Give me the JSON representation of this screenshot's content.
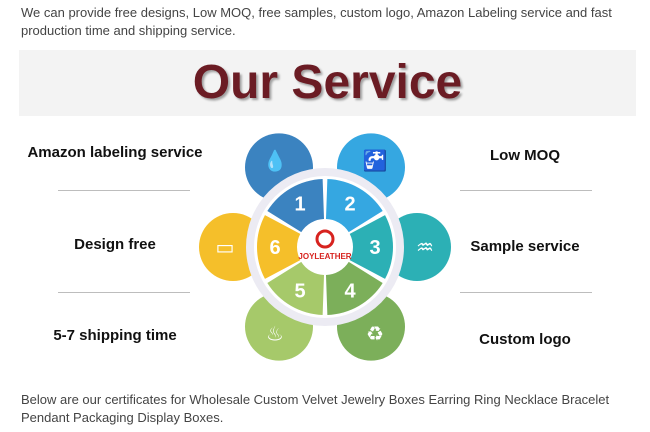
{
  "intro_text": "We can provide free designs, Low MOQ, free samples, custom logo, Amazon Labeling service and fast production time and shipping service.",
  "banner": {
    "title": "Our Service"
  },
  "services": {
    "left": [
      "Amazon labeling service",
      "Design free",
      "5-7 shipping time"
    ],
    "right": [
      "Low MOQ",
      "Sample service",
      "Custom logo"
    ]
  },
  "diagram": {
    "center_brand": "JOYLEATHER",
    "segments": [
      {
        "number": "1",
        "color": "#3b83c0",
        "icon": "water-drop-icon"
      },
      {
        "number": "2",
        "color": "#35a7e1",
        "icon": "faucet-icon"
      },
      {
        "number": "3",
        "color": "#2cb0b5",
        "icon": "wave-icon"
      },
      {
        "number": "4",
        "color": "#7caf5a",
        "icon": "recycle-icon"
      },
      {
        "number": "5",
        "color": "#a6c96a",
        "icon": "heat-icon"
      },
      {
        "number": "6",
        "color": "#f5bf2a",
        "icon": "box-icon"
      }
    ],
    "brand_color": "#d7231f"
  },
  "outro_text": "Below are our certificates for Wholesale Custom Velvet Jewelry Boxes Earring Ring Necklace Bracelet Pendant Packaging Display Boxes."
}
